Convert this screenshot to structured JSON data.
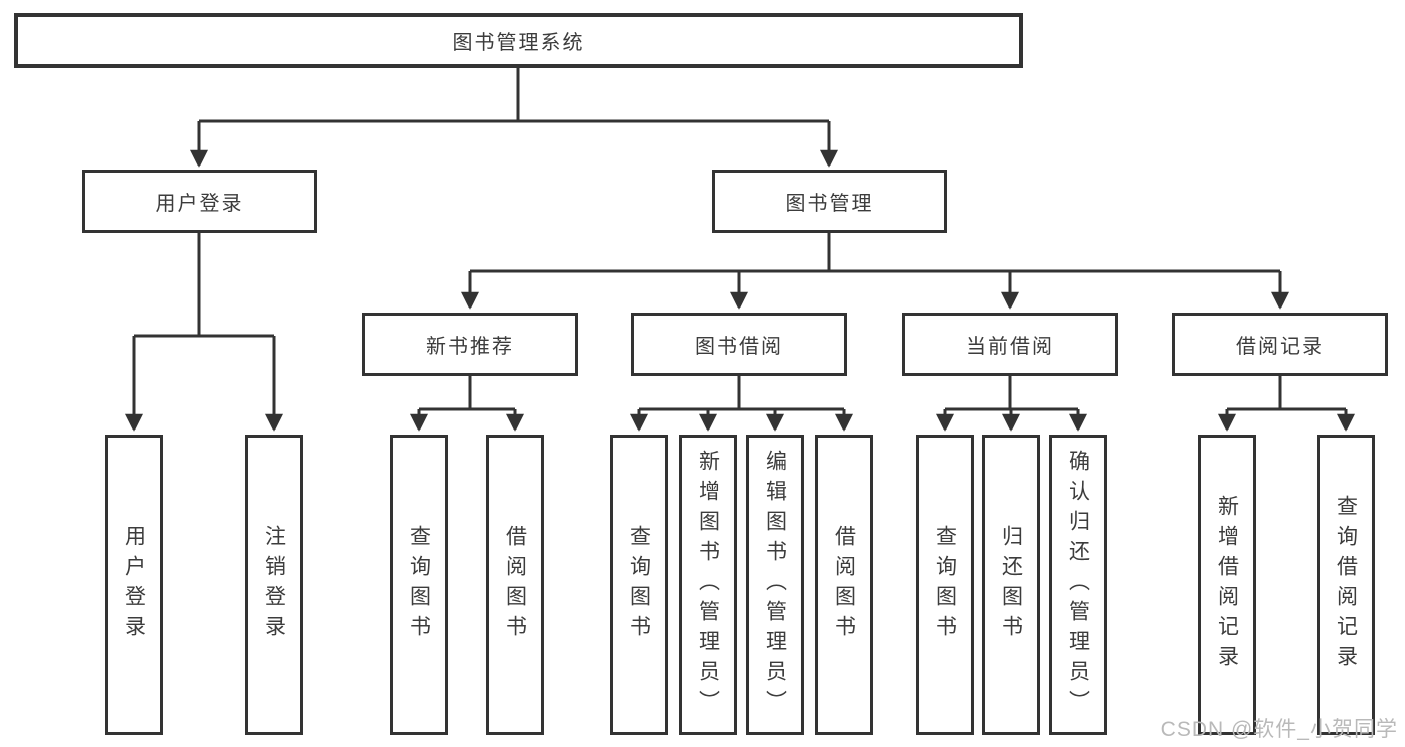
{
  "diagram_title": "图书管理系统",
  "tree": {
    "root": {
      "label": "图书管理系统"
    },
    "children": [
      {
        "label": "用户登录",
        "children": [
          "用户登录",
          "注销登录"
        ]
      },
      {
        "label": "图书管理",
        "children": [
          {
            "label": "新书推荐",
            "children": [
              "查询图书",
              "借阅图书"
            ]
          },
          {
            "label": "图书借阅",
            "children": [
              "查询图书",
              "新增图书（管理员）",
              "编辑图书（管理员）",
              "借阅图书"
            ]
          },
          {
            "label": "当前借阅",
            "children": [
              "查询图书",
              "归还图书",
              "确认归还（管理员）"
            ]
          },
          {
            "label": "借阅记录",
            "children": [
              "新增借阅记录",
              "查询借阅记录"
            ]
          }
        ]
      }
    ]
  },
  "watermark": "CSDN @软件_小贺同学",
  "colors": {
    "line": "#333333",
    "box_border": "#333333",
    "text": "#3c3c3c",
    "watermark": "#b9b9b9",
    "background": "#ffffff"
  }
}
